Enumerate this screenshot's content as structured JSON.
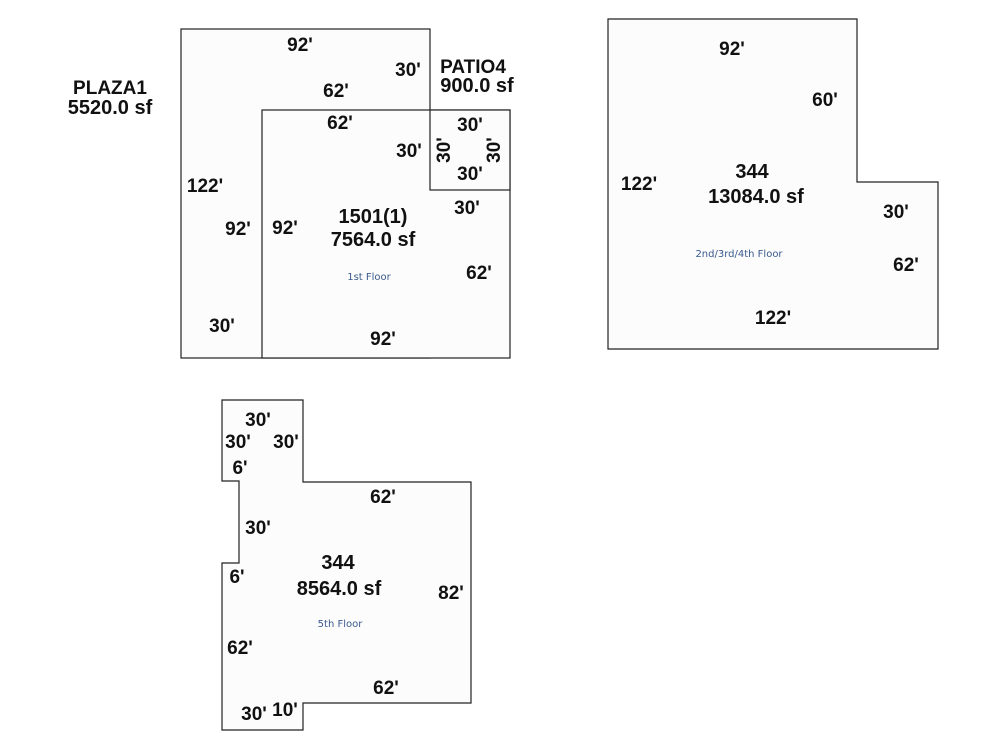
{
  "colors": {
    "outline": "#222222",
    "fill": "#fcfcfc",
    "text": "#111111",
    "floor_label": "#3a5a8c"
  },
  "plaza": {
    "name": "PLAZA1",
    "area": "5520.0 sf",
    "dims": {
      "top": "92'",
      "right": "30'",
      "inner_top": "62'",
      "left": "122'",
      "inner_left": "92'",
      "bottom": "30'"
    }
  },
  "patio": {
    "name": "PATIO4",
    "area": "900.0 sf",
    "dims": {
      "top": "30'",
      "bottom": "30'",
      "left": "30'",
      "right": "30'"
    }
  },
  "unit1501": {
    "name": "1501(1)",
    "area": "7564.0 sf",
    "floor": "1st Floor",
    "dims": {
      "top": "62'",
      "right_upper": "30'",
      "right_mid": "30'",
      "left": "92'",
      "right": "62'",
      "bottom": "92'"
    }
  },
  "unit344a": {
    "name": "344",
    "area": "13084.0 sf",
    "floor": "2nd/3rd/4th Floor",
    "dims": {
      "top": "92'",
      "notch_vertical": "60'",
      "left": "122'",
      "notch_horizontal": "30'",
      "right": "62'",
      "bottom": "122'"
    }
  },
  "unit344b": {
    "name": "344",
    "area": "8564.0 sf",
    "floor": "5th Floor",
    "dims": {
      "tab_top": "30'",
      "tab_left": "30'",
      "tab_right": "30'",
      "step_upper": "6'",
      "indent": "30'",
      "step_lower": "6'",
      "top": "62'",
      "right": "82'",
      "left": "62'",
      "bottom": "62'",
      "foot_left": "30'",
      "foot_right": "10'"
    }
  }
}
